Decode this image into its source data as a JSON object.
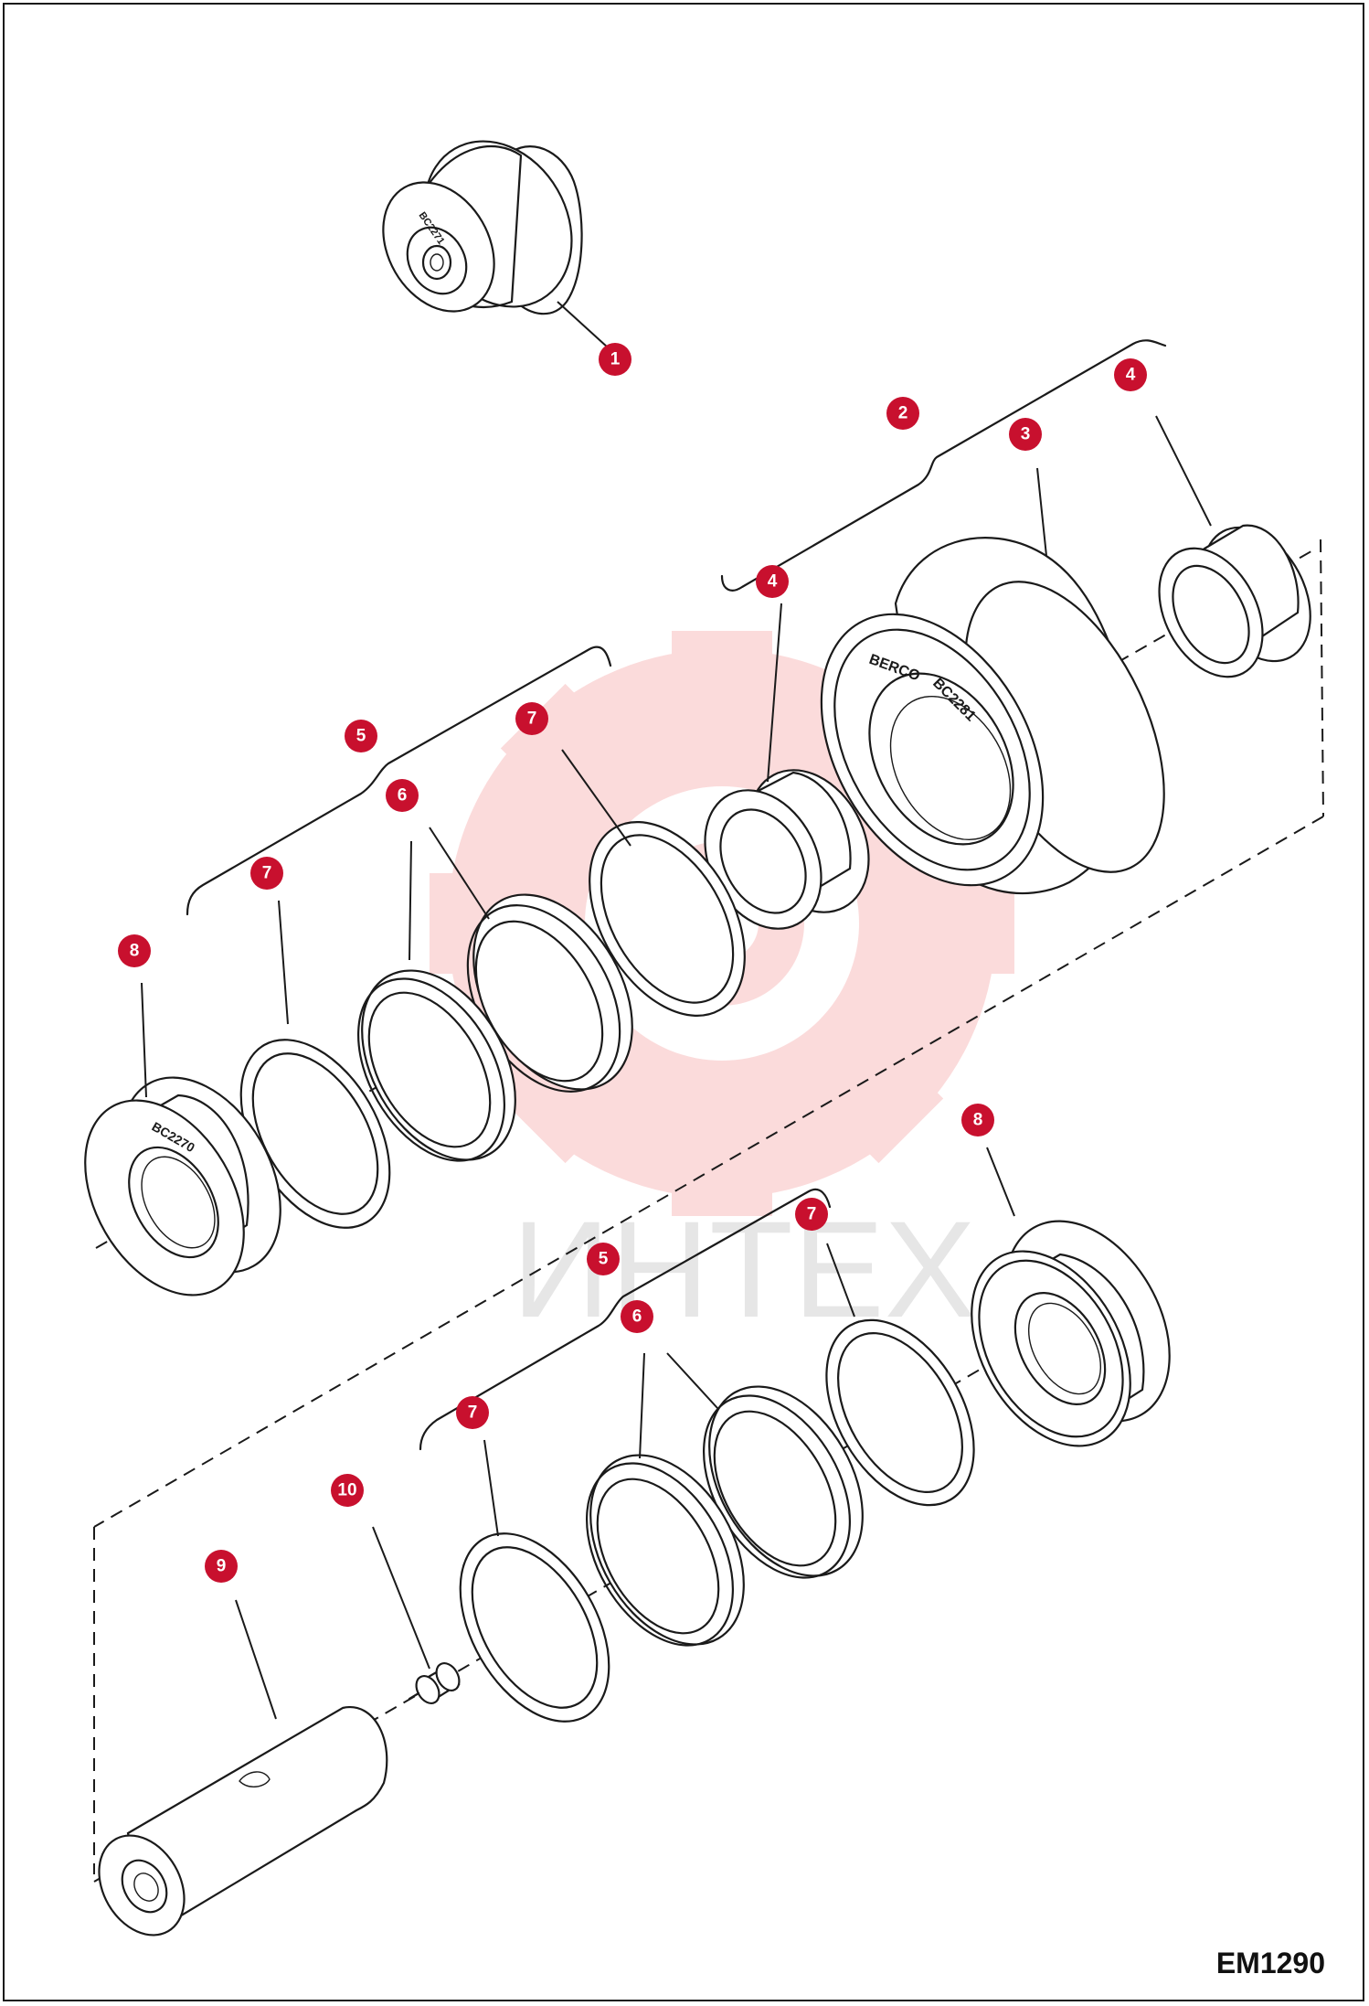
{
  "colors": {
    "badge": "#c8102e",
    "line": "#1a1a1a",
    "watermark_gear": "#fbdada",
    "watermark_text": "#e6e6e6"
  },
  "watermark": {
    "text": "ИНТЕХ",
    "icon": "gear-icon"
  },
  "drawing_code": "EM1290",
  "part_markings": {
    "roller_small": "BC2271",
    "roller_main_brand": "BERCO",
    "roller_main_code": "BC2281",
    "flange_collar": "BC2270"
  },
  "callouts": [
    "1",
    "2",
    "3",
    "4",
    "4",
    "5",
    "6",
    "7",
    "7",
    "8",
    "8",
    "7",
    "5",
    "6",
    "7",
    "10",
    "9"
  ]
}
